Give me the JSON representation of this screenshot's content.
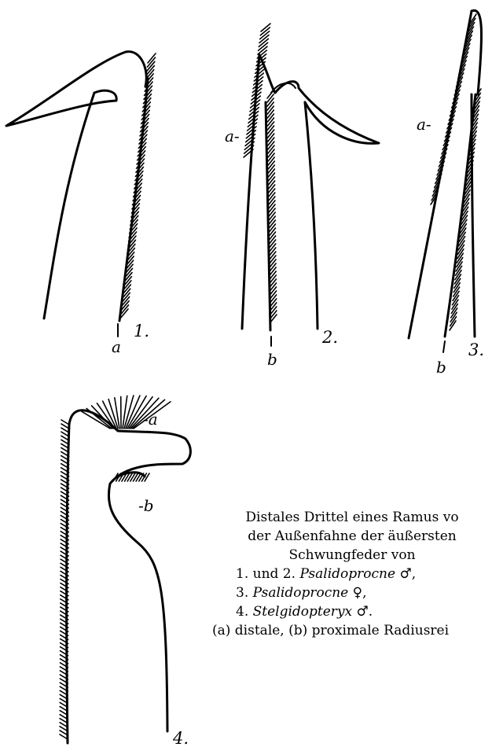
{
  "figure": {
    "panel_labels": [
      "1.",
      "2.",
      "3.",
      "4."
    ],
    "part_labels": {
      "panel1": [
        "a"
      ],
      "panel2": [
        "a-",
        "b"
      ],
      "panel3": [
        "a-",
        "b"
      ],
      "panel4": [
        "-a",
        "-b"
      ]
    }
  },
  "caption": {
    "line1": "Distales Drittel eines Ramus vo",
    "line2": "der Außenfahne der äußersten",
    "line3": "Schwungfeder von",
    "item1_prefix": "1. und 2. ",
    "item1_species": "Psalidoprocne",
    "item1_sex": "♂,",
    "item2_prefix": "3. ",
    "item2_species": "Psalidoprocne",
    "item2_sex": "♀,",
    "item3_prefix": "4. ",
    "item3_species": "Stelgidopteryx",
    "item3_sex": "♂.",
    "line_last": "(a) distale, (b) proximale Radiusrei"
  }
}
